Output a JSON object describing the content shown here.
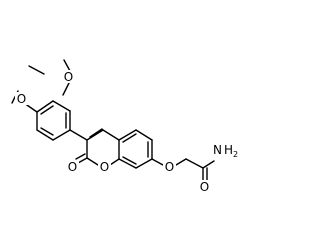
{
  "molecule": {
    "atoms": {
      "o_methoxy_top": "O",
      "o_methoxy_left": "O",
      "o_lactone_carbonyl": "O",
      "o_ring": "O",
      "o_ether": "O",
      "n_amide": "N",
      "h2_amide": "H",
      "sub_2_amide": "2",
      "o_amide_carbonyl": "O"
    }
  }
}
